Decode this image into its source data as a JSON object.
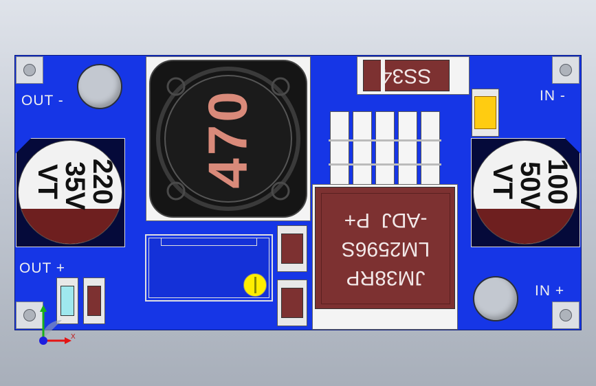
{
  "labels": {
    "out_minus": "OUT -",
    "out_plus": "OUT +",
    "in_minus": "IN -",
    "in_plus": "IN +"
  },
  "components": {
    "diode": "SS34",
    "inductor": "470",
    "ic": {
      "line1": "JM38RP",
      "line2": "LM2596S",
      "line3": "-ADJ  P+"
    },
    "cap_out": {
      "value": "220",
      "voltage": "35V",
      "brand": "VT"
    },
    "cap_in": {
      "value": "100",
      "voltage": "50V",
      "brand": "VT"
    }
  },
  "triad": {
    "x_label": "X"
  },
  "colors": {
    "pcb": "#1636e6",
    "silkscreen": "#f0f0f0",
    "component_brown": "#7d3131",
    "led_amber": "#ffcc11",
    "trimmer_yellow": "#ffee00",
    "axis_x": "#e41414",
    "axis_y": "#19b019",
    "axis_z": "#1e1ee0"
  }
}
